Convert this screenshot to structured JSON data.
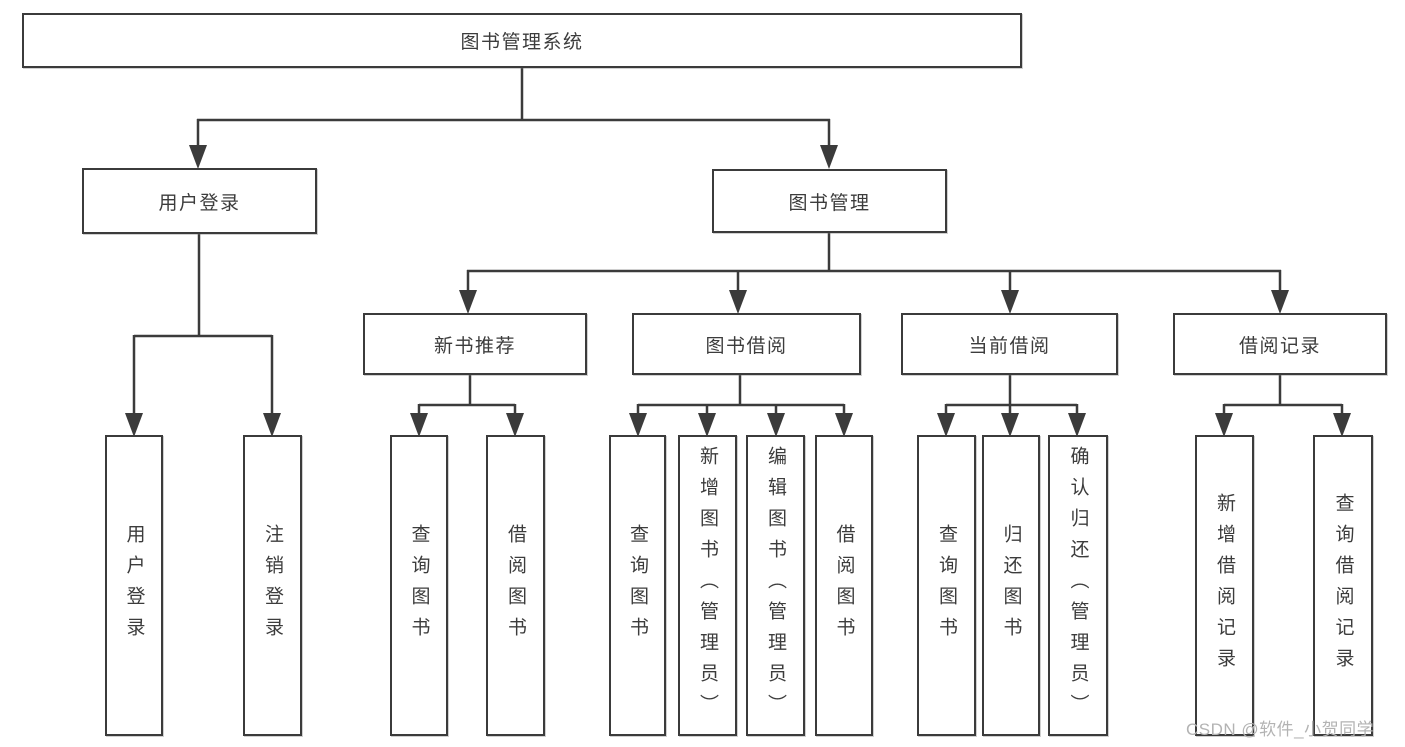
{
  "diagram": {
    "root": {
      "label": "图书管理系统"
    },
    "branches": [
      {
        "label": "用户登录",
        "children": [
          {
            "label": "用户登录"
          },
          {
            "label": "注销登录"
          }
        ]
      },
      {
        "label": "图书管理",
        "children": [
          {
            "label": "新书推荐",
            "children": [
              {
                "label": "查询图书"
              },
              {
                "label": "借阅图书"
              }
            ]
          },
          {
            "label": "图书借阅",
            "children": [
              {
                "label": "查询图书"
              },
              {
                "label": "新增图书（管理员）"
              },
              {
                "label": "编辑图书（管理员）"
              },
              {
                "label": "借阅图书"
              }
            ]
          },
          {
            "label": "当前借阅",
            "children": [
              {
                "label": "查询图书"
              },
              {
                "label": "归还图书"
              },
              {
                "label": "确认归还（管理员）"
              }
            ]
          },
          {
            "label": "借阅记录",
            "children": [
              {
                "label": "新增借阅记录"
              },
              {
                "label": "查询借阅记录"
              }
            ]
          }
        ]
      }
    ]
  },
  "watermark": "CSDN @软件_小贺同学",
  "colors": {
    "line": "#3b3b3b",
    "text": "#3c3c3c",
    "box_background": "#ffffff",
    "watermark": "#b3b3b3",
    "page_background": "#ffffff"
  }
}
